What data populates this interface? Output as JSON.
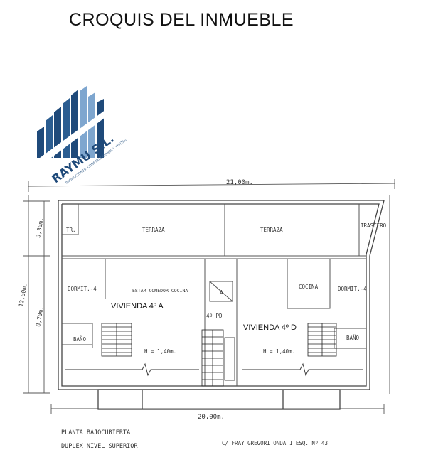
{
  "title": "CROQUIS DEL INMUEBLE",
  "logo": {
    "name": "RAYMU S.L.",
    "tagline": "PROMOCIONES, CONSTRUCCIONES Y VENTAS",
    "color_dark": "#1f4a7a",
    "color_light": "#7ea6cf"
  },
  "dimensions": {
    "top_width": "21,00m.",
    "bottom_width": "20,00m.",
    "left_total": "12,00m.",
    "left_upper": "3,30m.",
    "left_lower": "8,70m."
  },
  "rooms": {
    "tr": "TR.",
    "terraza_left": "TERRAZA",
    "terraza_right": "TERRAZA",
    "trastero": "TRASTERO",
    "dormit_left": "DORMIT.-4",
    "estar": "ESTAR COMEDOR-COCINA",
    "ascensor": "A",
    "cocina": "COCINA",
    "dormit_right": "DORMIT.-4",
    "bano_left": "BAÑO",
    "bano_right": "BAÑO",
    "rellano": "4º PD",
    "h_left": "H = 1,40m.",
    "h_right": "H = 1,40m."
  },
  "units": {
    "left": "VIVIENDA 4º A",
    "right": "VIVIENDA 4º D"
  },
  "notes": {
    "line1": "PLANTA BAJOCUBIERTA",
    "line2": "DUPLEX NIVEL SUPERIOR",
    "right": "C/ FRAY GREGORI ONDA 1 ESQ. Nº 43"
  }
}
